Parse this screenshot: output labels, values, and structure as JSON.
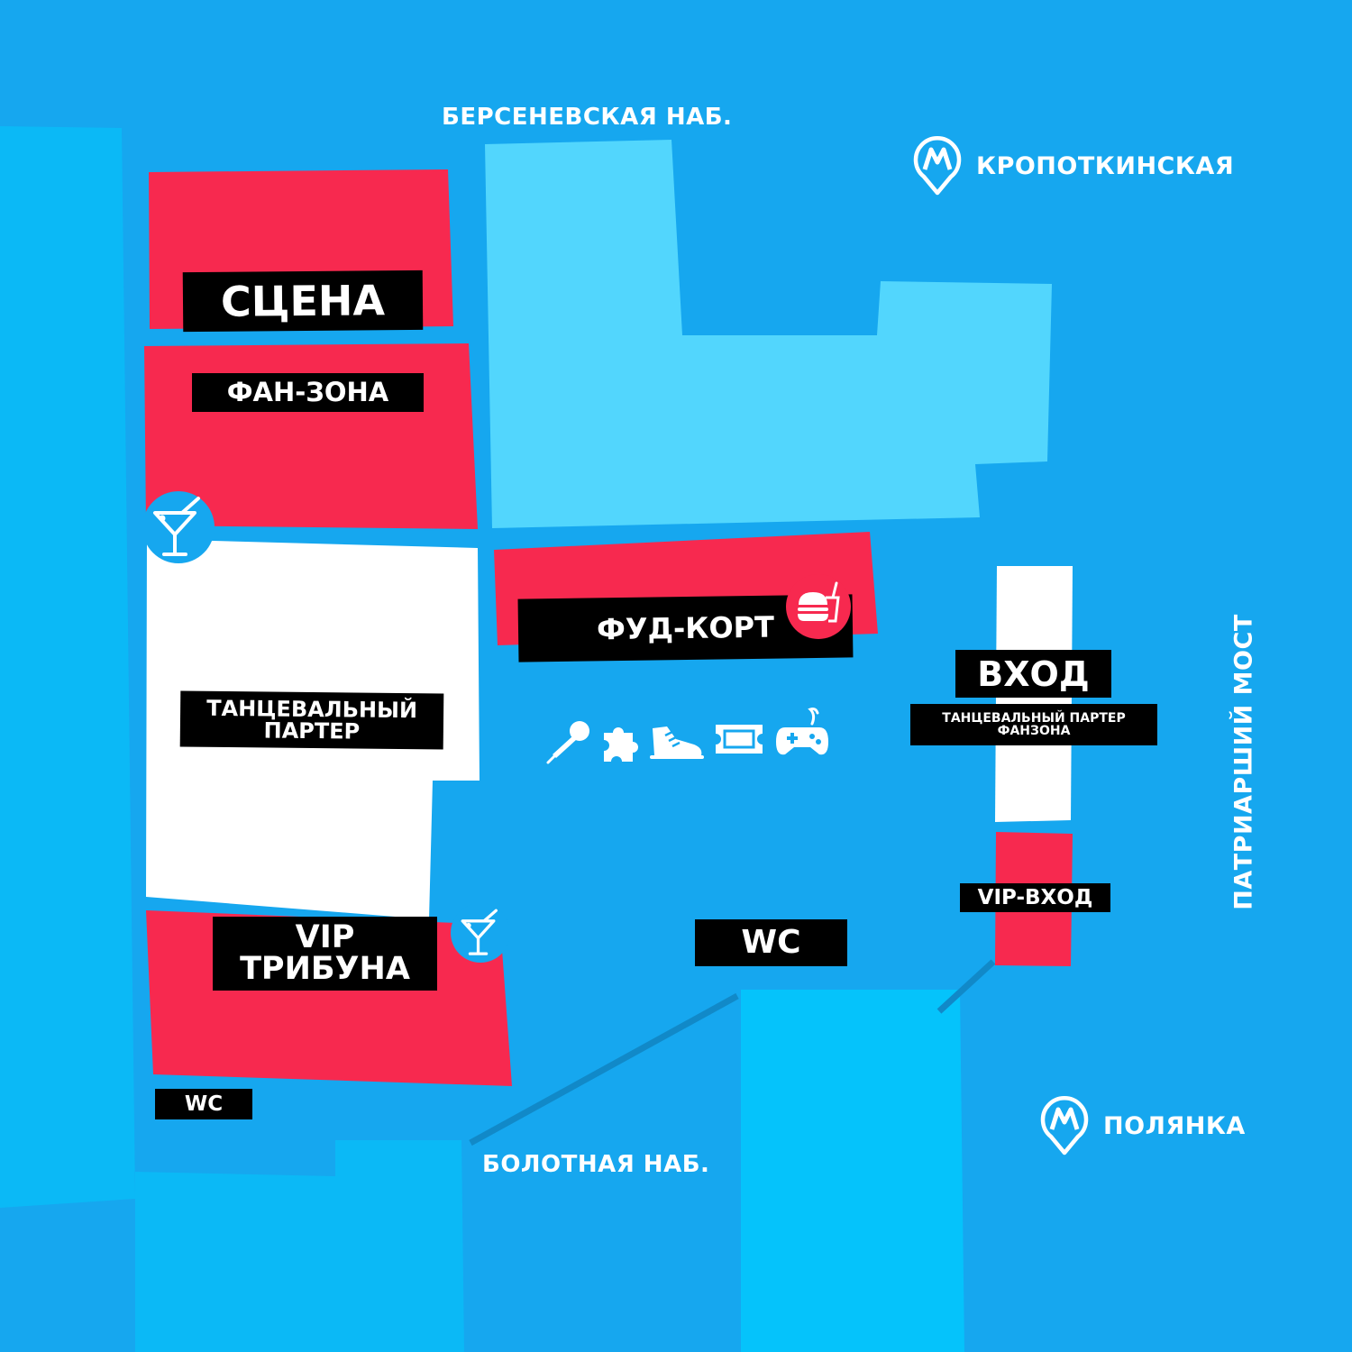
{
  "colors": {
    "background": "#16a7ef",
    "outer_zone": "#0bb9f6",
    "light_block": "#52d6fd",
    "red_zone": "#f7294f",
    "white_zone": "#ffffff",
    "label_bg": "#000000",
    "path_line": "#1189c8"
  },
  "streets": {
    "north": "БЕРСЕНЕВСКАЯ НАБ.",
    "south": "БОЛОТНАЯ НАБ.",
    "east": "ПАТРИАРШИЙ МОСТ"
  },
  "metro": {
    "kropotkinskaya": {
      "icon": "metro-pin-icon",
      "label": "КРОПОТКИНСКАЯ"
    },
    "polyanka": {
      "icon": "metro-pin-icon",
      "label": "ПОЛЯНКА"
    }
  },
  "zones": {
    "stage": "СЦЕНА",
    "fan_zone": "ФАН-ЗОНА",
    "dance_floor": "ТАНЦЕВАЛЬНЫЙ\nПАРТЕР",
    "vip_stand": "VIP\nТРИБУНА",
    "wc_left": "WC",
    "food_court": "ФУД-КОРТ",
    "wc_center": "WC",
    "entrance": "ВХОД",
    "entrance_sub": "ТАНЦЕВАЛЬНЫЙ ПАРТЕР\nФАНЗОНА",
    "vip_entrance": "VIP-ВХОД"
  },
  "icons": {
    "bar_top": "cocktail-icon",
    "bar_bottom": "cocktail-icon",
    "food": "burger-drink-icon",
    "activities": [
      "microphone-icon",
      "puzzle-icon",
      "sneaker-icon",
      "ticket-icon",
      "gamepad-icon"
    ]
  }
}
